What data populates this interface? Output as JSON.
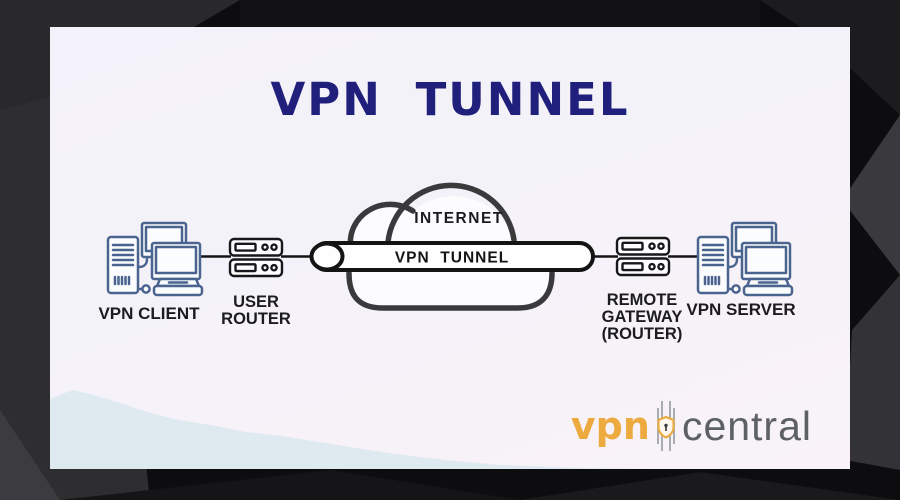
{
  "title": "VPN TUNNEL",
  "diagram": {
    "internet_label": "INTERNET",
    "tunnel_label": "VPN  TUNNEL",
    "nodes": {
      "client": {
        "label": "VPN CLIENT",
        "icon": "workstation-icon"
      },
      "user_router": {
        "lines": [
          "USER",
          "ROUTER"
        ],
        "icon": "router-icon"
      },
      "gateway": {
        "lines": [
          "REMOTE",
          "GATEWAY",
          "(ROUTER)"
        ],
        "icon": "router-icon"
      },
      "server": {
        "label": "VPN SERVER",
        "icon": "workstation-icon"
      }
    }
  },
  "logo": {
    "word1": "vpn",
    "word2": "central",
    "icon": "shield-tunnel-icon"
  },
  "colors": {
    "title_navy": "#201f7c",
    "label_black": "#1c1c1e",
    "cloud_stroke": "#3a3a3c",
    "tunnel_stroke": "#141414",
    "computer_stroke": "#4a648f",
    "logo_orange": "#edaa3f",
    "logo_gray": "#5d6166",
    "panel_bg": "#f4f1f9",
    "mountain_blue": "#dce8ee",
    "border_dark": "#0e0e10"
  }
}
